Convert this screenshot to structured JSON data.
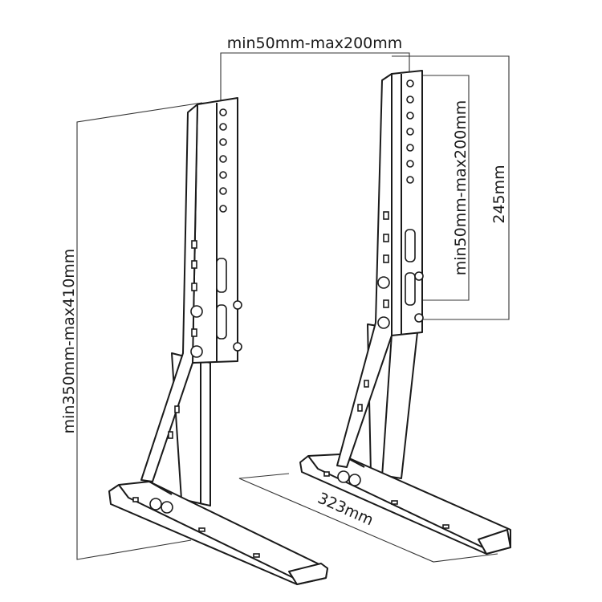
{
  "figure": {
    "dimensions": {
      "hole_spacing_top": "min50mm-max200mm",
      "hole_spacing_right": "min50mm-max200mm",
      "height_range": "min350mm-max410mm",
      "column_height": "245mm",
      "base_depth": "323mm"
    }
  },
  "colors": {
    "line": "#1a1a1a",
    "dimension_line": "#333333",
    "background": "#ffffff"
  }
}
